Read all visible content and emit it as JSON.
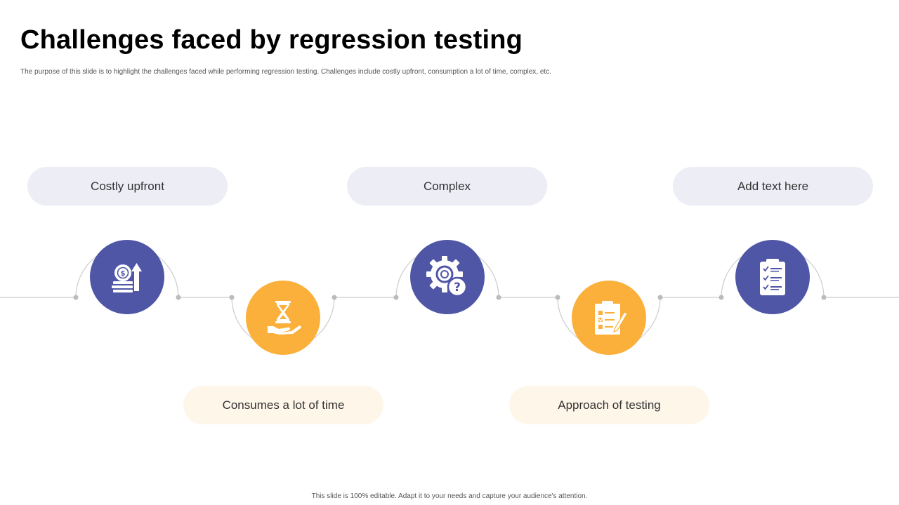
{
  "slide": {
    "title": "Challenges faced by regression testing",
    "subtitle": "The purpose of this slide is to highlight the challenges faced while performing regression testing. Challenges include costly upfront, consumption a lot of time, complex, etc.",
    "footer": "This slide is 100% editable. Adapt it to your needs and capture your audience's attention."
  },
  "colors": {
    "blue": "#4f56a6",
    "orange": "#fbb03b",
    "pill_blue": "#ecedf5",
    "pill_orange": "#fff6ea",
    "line": "#cccccc"
  },
  "steps": [
    {
      "label": "Costly upfront",
      "icon": "money-growth-icon",
      "color": "blue"
    },
    {
      "label": "Consumes a lot of time",
      "icon": "hourglass-hand-icon",
      "color": "orange"
    },
    {
      "label": "Complex",
      "icon": "gear-question-icon",
      "color": "blue"
    },
    {
      "label": "Approach of testing",
      "icon": "clipboard-pen-icon",
      "color": "orange"
    },
    {
      "label": "Add text here",
      "icon": "checklist-icon",
      "color": "blue"
    }
  ]
}
